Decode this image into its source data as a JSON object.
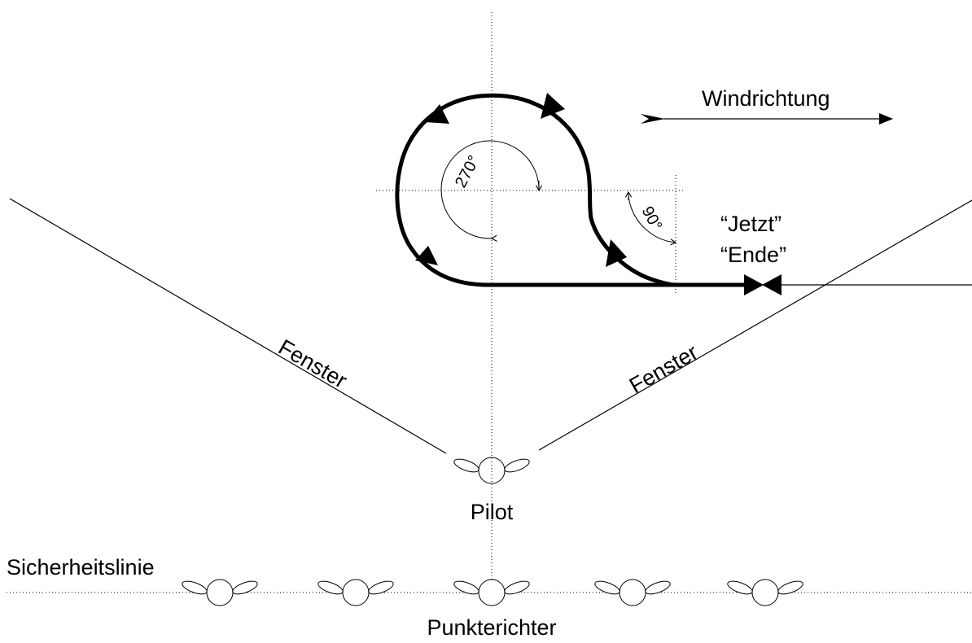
{
  "labels": {
    "wind": "Windrichtung",
    "jetzt": "“Jetzt”",
    "ende": "“Ende”",
    "fenster_left": "Fenster",
    "fenster_right": "Fenster",
    "angle_270": "270°",
    "angle_90": "90°",
    "pilot": "Pilot",
    "safety_line": "Sicherheitslinie",
    "judges": "Punkterichter"
  },
  "colors": {
    "stroke": "#000000",
    "background": "#ffffff"
  }
}
